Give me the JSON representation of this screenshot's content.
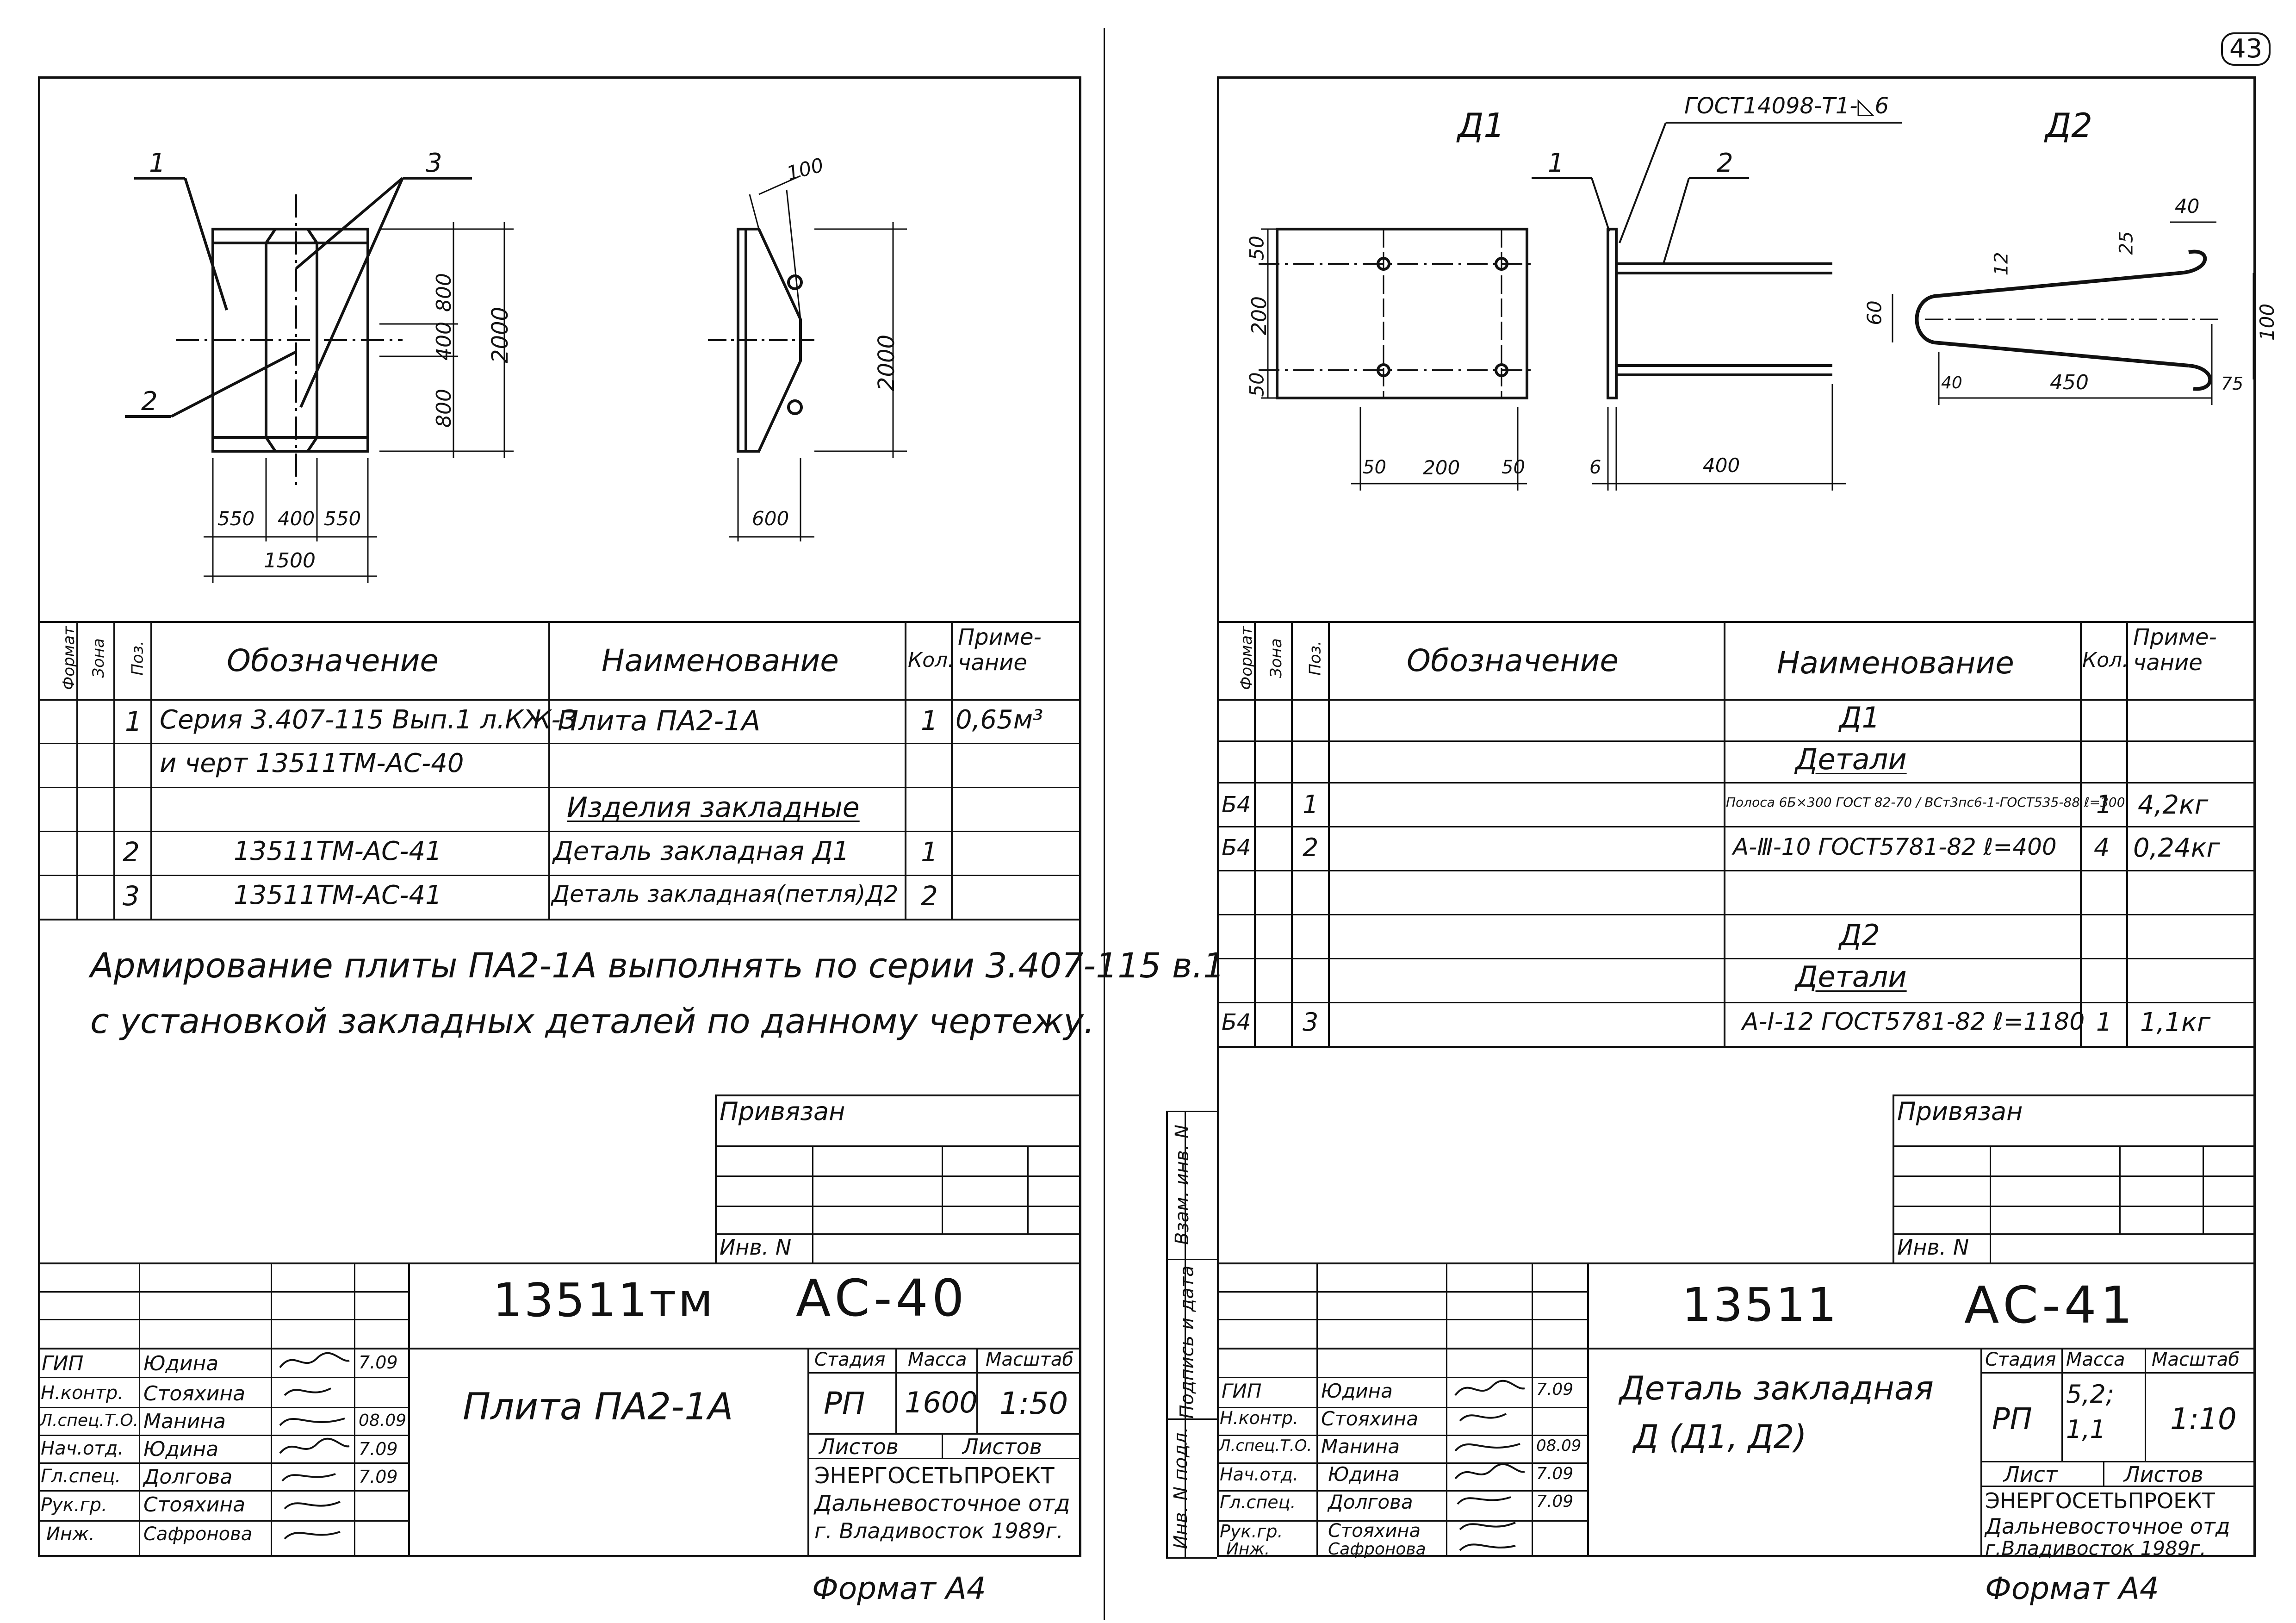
{
  "page_number": "43",
  "left": {
    "drawing": {
      "callouts": [
        "1",
        "2",
        "3"
      ],
      "plan_dims_v": [
        "800",
        "400",
        "800",
        "2000"
      ],
      "plan_dims_h": [
        "550",
        "400",
        "550",
        "1500"
      ],
      "section_dims": {
        "top": "100",
        "height": "2000",
        "width": "600"
      }
    },
    "spec": {
      "headers": {
        "format": "Формат",
        "zone": "Зона",
        "pos": "Поз.",
        "designation": "Обозначение",
        "name": "Наименование",
        "qty": "Кол.",
        "note": "Приме-\nчание"
      },
      "rows": [
        {
          "pos": "1",
          "designation": "Серия 3.407-115 Вып.1 л.КЖ-3",
          "name": "Плита ПА2-1А",
          "qty": "1",
          "note": "0,65м³"
        },
        {
          "pos": "",
          "designation": "и черт 13511ТМ-АС-40",
          "name": "",
          "qty": "",
          "note": ""
        },
        {
          "pos": "",
          "designation": "",
          "name": "Изделия закладные",
          "qty": "",
          "note": "",
          "underline": true
        },
        {
          "pos": "2",
          "designation": "13511ТМ-АС-41",
          "name": "Деталь закладная Д1",
          "qty": "1",
          "note": ""
        },
        {
          "pos": "3",
          "designation": "13511ТМ-АС-41",
          "name": "Деталь закладная(петля)Д2",
          "qty": "2",
          "note": ""
        }
      ]
    },
    "note_line1": "Армирование плиты ПА2-1А выполнять по серии 3.407-115 в.1",
    "note_line2": "с установкой закладных деталей по данному чертежу.",
    "privyazan": "Привязан",
    "inv": "Инв. N",
    "title_block": {
      "doc_number": "13511тм",
      "sheet_code": "АС-40",
      "title": "Плита ПА2-1А",
      "stage_label": "Стадия",
      "mass_label": "Масса",
      "scale_label": "Масштаб",
      "stage": "РП",
      "mass": "1600",
      "scale": "1:50",
      "sheets_label": "Листов",
      "sheets_label2": "Листов",
      "org1": "ЭНЕРГОСЕТЬПРОЕКТ",
      "org2": "Дальневосточное отд",
      "org3": "г. Владивосток 1989г.",
      "staff": [
        {
          "role": "ГИП",
          "name": "Юдина",
          "date": "7.09"
        },
        {
          "role": "Н.контр.",
          "name": "Стояхина",
          "date": ""
        },
        {
          "role": "Л.спец.Т.О.",
          "name": "Манина",
          "date": "08.09"
        },
        {
          "role": "Нач.отд.",
          "name": "Юдина",
          "date": "7.09"
        },
        {
          "role": "Гл.спец.",
          "name": "Долгова",
          "date": "7.09"
        },
        {
          "role": "Рук.гр.",
          "name": "Стояхина",
          "date": ""
        },
        {
          "role": "Инж.",
          "name": "Сафронова",
          "date": ""
        }
      ]
    },
    "format": "Формат А4"
  },
  "right": {
    "drawing": {
      "label_d1": "Д1",
      "label_d2": "Д2",
      "weld_note": "ГОСТ14098-Т1-◺6",
      "callouts": [
        "1",
        "2"
      ],
      "d1_dims_v": [
        "50",
        "200",
        "50"
      ],
      "d1_dims_h": [
        "50",
        "200",
        "50",
        "6",
        "400"
      ],
      "d2_dims": {
        "a": "40",
        "b": "25",
        "c": "12",
        "d": "60",
        "e": "100",
        "f": "40",
        "g": "450",
        "h": "75"
      }
    },
    "spec": {
      "headers": {
        "format": "Формат",
        "zone": "Зона",
        "pos": "Поз.",
        "designation": "Обозначение",
        "name": "Наименование",
        "qty": "Кол.",
        "note": "Приме-\nчание"
      },
      "rows": [
        {
          "fmt": "",
          "pos": "",
          "name": "Д1",
          "qty": "",
          "note": ""
        },
        {
          "fmt": "",
          "pos": "",
          "name": "Детали",
          "qty": "",
          "note": "",
          "underline": true
        },
        {
          "fmt": "Б4",
          "pos": "1",
          "name": "Полоса 6Б×300 ГОСТ 82-70 / ВСт3пс6-1-ГОСТ535-88 ℓ=300",
          "qty": "1",
          "note": "4,2кг"
        },
        {
          "fmt": "Б4",
          "pos": "2",
          "name": "А-Ⅲ-10 ГОСТ5781-82 ℓ=400",
          "qty": "4",
          "note": "0,24кг"
        },
        {
          "fmt": "",
          "pos": "",
          "name": "",
          "qty": "",
          "note": ""
        },
        {
          "fmt": "",
          "pos": "",
          "name": "Д2",
          "qty": "",
          "note": ""
        },
        {
          "fmt": "",
          "pos": "",
          "name": "Детали",
          "qty": "",
          "note": "",
          "underline": true
        },
        {
          "fmt": "Б4",
          "pos": "3",
          "name": "А-I-12 ГОСТ5781-82 ℓ=1180",
          "qty": "1",
          "note": "1,1кг"
        }
      ]
    },
    "privyazan": "Привязан",
    "inv": "Инв. N",
    "side_labels": [
      "Взам. инв. N",
      "Подпись и дата",
      "Инв. N подл."
    ],
    "title_block": {
      "doc_number": "13511",
      "sheet_code": "АС-41",
      "title1": "Деталь закладная",
      "title2": "Д (Д1, Д2)",
      "stage_label": "Стадия",
      "mass_label": "Масса",
      "scale_label": "Масштаб",
      "stage": "РП",
      "mass": "5,2; 1,1",
      "scale": "1:10",
      "sheet_label": "Лист",
      "sheets_label": "Листов",
      "org1": "ЭНЕРГОСЕТЬПРОЕКТ",
      "org2": "Дальневосточное отд",
      "org3": "г.Владивосток 1989г.",
      "staff": [
        {
          "role": "ГИП",
          "name": "Юдина",
          "date": "7.09"
        },
        {
          "role": "Н.контр.",
          "name": "Стояхина",
          "date": ""
        },
        {
          "role": "Л.спец.Т.О.",
          "name": "Манина",
          "date": "08.09"
        },
        {
          "role": "Нач.отд.",
          "name": "Юдина",
          "date": "7.09"
        },
        {
          "role": "Гл.спец.",
          "name": "Долгова",
          "date": "7.09"
        },
        {
          "role": "Рук.гр.",
          "name": "Стояхина",
          "date": ""
        },
        {
          "role": "Инж.",
          "name": "Сафронова",
          "date": ""
        }
      ]
    },
    "format": "Формат А4"
  }
}
